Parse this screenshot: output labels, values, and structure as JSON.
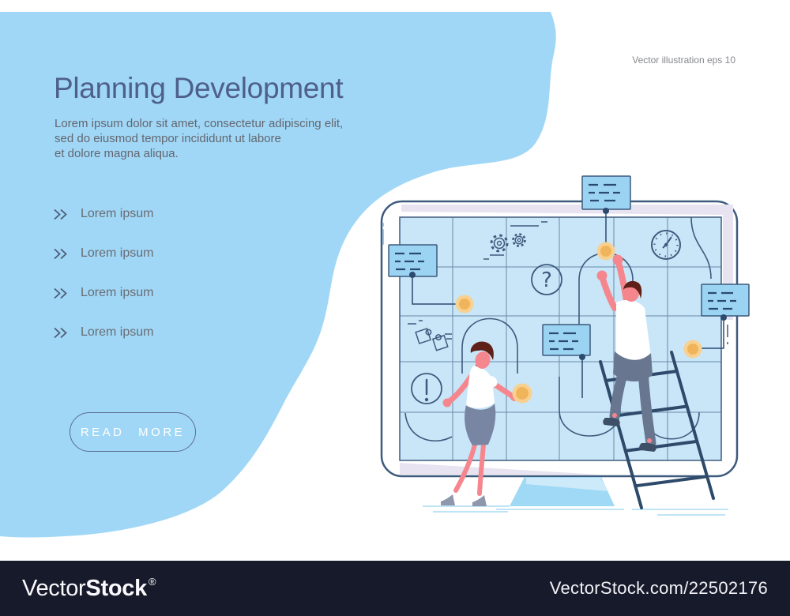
{
  "palette": {
    "blob": "#a0d7f6",
    "board": "#c8e6f8",
    "note": "#9bd3f2",
    "outline": "#3e5a7d",
    "node_outer": "#f8d090",
    "node_inner": "#f0b45a",
    "skin": "#f6868e",
    "hair": "#5e2017",
    "skirt": "#7886a3",
    "pants": "#68778f",
    "lavender": "#e7e3f0",
    "footer_bg": "#171a2b",
    "title": "#4e6089",
    "body_text": "#63666f",
    "button_border": "#5c6e90",
    "button_text": "#ffffff"
  },
  "hero": {
    "title": "Planning Development",
    "description_lines": [
      "Lorem ipsum dolor sit amet, consectetur adipiscing elit,",
      "sed do eiusmod tempor incididunt ut labore",
      "et dolore magna aliqua."
    ],
    "list_items": [
      {
        "label": "Lorem ipsum"
      },
      {
        "label": "Lorem ipsum"
      },
      {
        "label": "Lorem ipsum"
      },
      {
        "label": "Lorem ipsum"
      }
    ],
    "read_more_label": "READ MORE"
  },
  "eps_note": "Vector illustration eps 10",
  "illustration": {
    "question_glyph": "?",
    "icons": [
      "gears-icon",
      "question-icon",
      "stopwatch-icon",
      "puzzle-icon",
      "exclamation-icon",
      "sticky-note",
      "connector-node"
    ],
    "figures": [
      "woman-organizing-board",
      "man-on-ladder"
    ]
  },
  "footer": {
    "logo_prefix": "Vector",
    "logo_bold": "Stock",
    "registered_mark": "®",
    "site_ref": "VectorStock.com/22502176"
  }
}
